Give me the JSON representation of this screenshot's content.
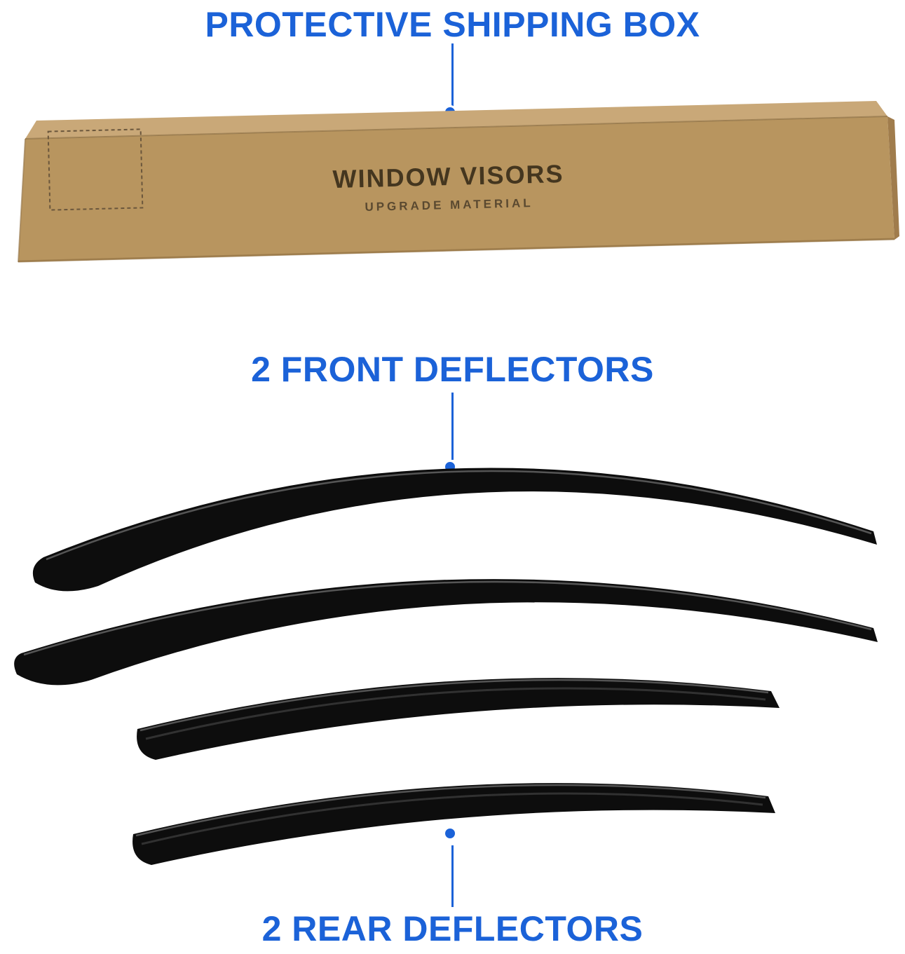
{
  "accent_color": "#1b62d8",
  "headings": {
    "shipping_box": "PROTECTIVE SHIPPING BOX",
    "front_deflectors": "2 FRONT DEFLECTORS",
    "rear_deflectors": "2 REAR DEFLECTORS"
  },
  "box": {
    "title": "WINDOW VISORS",
    "subtitle": "UPGRADE MATERIAL",
    "cardboard_color": "#b8955f",
    "cardboard_top_color": "#c9a878",
    "text_color": "#44361f"
  },
  "visors": {
    "color": "#0d0d0d",
    "front_count": 2,
    "rear_count": 2
  }
}
